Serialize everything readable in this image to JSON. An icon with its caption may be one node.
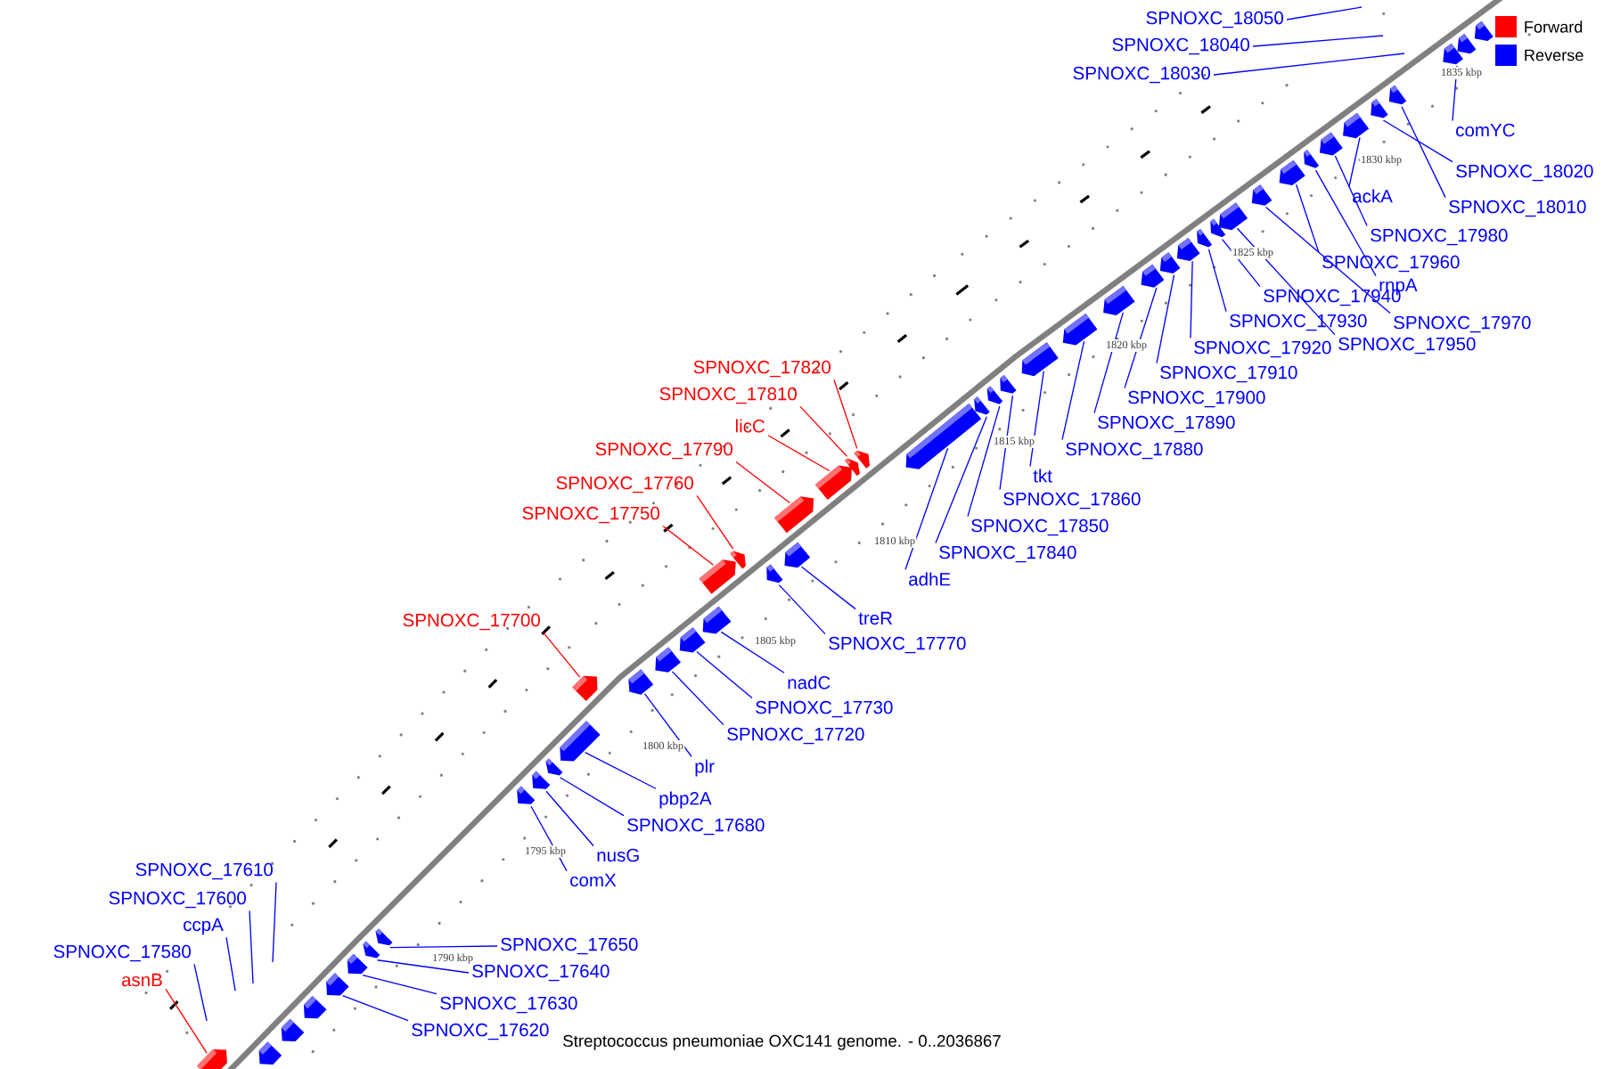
{
  "diagram": {
    "caption": "Streptococcus pneumoniae OXC141 genome. - 0..2036867",
    "nodes": [
      {
        "text": [
          "SPNOXC_18050"
        ]
      },
      {
        "text": [
          "SPNOXC_18040"
        ]
      },
      {
        "text": [
          "SPNOXC_18030"
        ]
      },
      {
        "text": [
          "comYC"
        ]
      },
      {
        "text": [
          "SPNOXC_18020"
        ]
      },
      {
        "text": [
          "ackA"
        ]
      },
      {
        "text": [
          "SPNOXC_18010"
        ]
      },
      {
        "text": [
          "SPNOXC_17980"
        ]
      },
      {
        "text": [
          "SPNOXC_17960"
        ]
      },
      {
        "text": [
          "rnpA"
        ]
      },
      {
        "text": [
          "SPNOXC_17940"
        ]
      },
      {
        "text": [
          "SPNOXC_17930"
        ]
      },
      {
        "text": [
          "SPNOXC_17970"
        ]
      },
      {
        "text": [
          "SPNOXC_17950"
        ]
      },
      {
        "text": [
          "SPNOXC_17920"
        ]
      },
      {
        "text": [
          "SPNOXC_17820"
        ]
      },
      {
        "text": [
          "SPNOXC_17910"
        ]
      },
      {
        "text": [
          "SPNOXC_17810"
        ]
      },
      {
        "text": [
          "SPNOXC_17900"
        ]
      },
      {
        "text": [
          "SPNOXC_17890"
        ]
      },
      {
        "text": [
          "licC"
        ]
      },
      {
        "text": [
          "SPNOXC_17880"
        ]
      },
      {
        "text": [
          "SPNOXC_17790"
        ]
      },
      {
        "text": [
          "tkt"
        ]
      },
      {
        "text": [
          "SPNOXC_17760"
        ]
      },
      {
        "text": [
          "SPNOXC_17860"
        ]
      },
      {
        "text": [
          "SPNOXC_17750"
        ]
      },
      {
        "text": [
          "SPNOXC_17850"
        ]
      },
      {
        "text": [
          "SPNOXC_17840"
        ]
      },
      {
        "text": [
          "adhE"
        ]
      },
      {
        "text": [
          "treR"
        ]
      },
      {
        "text": [
          "SPNOXC_17700"
        ]
      },
      {
        "text": [
          "SPNOXC_17770"
        ]
      },
      {
        "text": [
          "nadC"
        ]
      },
      {
        "text": [
          "SPNOXC_17730"
        ]
      },
      {
        "text": [
          "SPNOXC_17720"
        ]
      },
      {
        "text": [
          "plr"
        ]
      },
      {
        "text": [
          "pbp2A"
        ]
      },
      {
        "text": [
          "SPNOXC_17680"
        ]
      },
      {
        "text": [
          "nusG"
        ]
      },
      {
        "text": [
          "SPNOXC_17610"
        ]
      },
      {
        "text": [
          "comX"
        ]
      },
      {
        "text": [
          "SPNOXC_17600"
        ]
      },
      {
        "text": [
          "ccpA"
        ]
      },
      {
        "text": [
          "SPNOXC_17650"
        ]
      },
      {
        "text": [
          "SPNOXC_17580"
        ]
      },
      {
        "text": [
          "SPNOXC_17640"
        ]
      },
      {
        "text": [
          "asnB"
        ]
      },
      {
        "text": [
          "SPNOXC_17630"
        ]
      },
      {
        "text": [
          "SPNOXC_17620"
        ]
      },
      {
        "text": [],
        "shape": "pentagon"
      },
      {
        "text": [],
        "shape": "pentagon"
      },
      {
        "text": [],
        "shape": "pentagon"
      },
      {
        "text": [],
        "shape": "pentagon"
      },
      {
        "text": [],
        "shape": "pentagon"
      },
      {
        "text": [],
        "shape": "pentagon"
      },
      {
        "text": [],
        "shape": "pentagon"
      },
      {
        "text": [],
        "shape": "pentagon"
      },
      {
        "text": [],
        "shape": "pentagon"
      },
      {
        "text": [],
        "shape": "pentagon"
      },
      {
        "text": [],
        "shape": "pentagon"
      },
      {
        "text": [],
        "shape": "pentagon"
      },
      {
        "text": [],
        "shape": "pentagon"
      },
      {
        "text": [],
        "shape": "pentagon"
      },
      {
        "text": [],
        "shape": "pentagon"
      },
      {
        "text": [],
        "shape": "pentagon"
      },
      {
        "text": [],
        "shape": "pentagon"
      },
      {
        "text": [],
        "shape": "pentagon"
      },
      {
        "text": [],
        "shape": "pentagon"
      },
      {
        "text": [],
        "shape": "pentagon"
      },
      {
        "text": [],
        "shape": "pentagon"
      },
      {
        "text": [],
        "shape": "pentagon"
      },
      {
        "text": [],
        "shape": "pentagon"
      },
      {
        "text": [],
        "shape": "pentagon"
      },
      {
        "text": [],
        "shape": "pentagon"
      },
      {
        "text": [],
        "shape": "pentagon"
      },
      {
        "text": [],
        "shape": "pentagon"
      },
      {
        "text": [],
        "shape": "pentagon"
      },
      {
        "text": [],
        "shape": "pentagon"
      },
      {
        "text": [],
        "shape": "pentagon"
      },
      {
        "text": [],
        "shape": "pentagon"
      },
      {
        "text": [],
        "shape": "pentagon"
      },
      {
        "text": [],
        "shape": "pentagon"
      },
      {
        "text": [],
        "shape": "pentagon"
      },
      {
        "text": [],
        "shape": "pentagon"
      },
      {
        "text": [],
        "shape": "pentagon"
      },
      {
        "text": [],
        "shape": "pentagon"
      },
      {
        "text": [],
        "shape": "pentagon"
      },
      {
        "text": [],
        "shape": "pentagon"
      },
      {
        "text": [],
        "shape": "pentagon"
      },
      {
        "text": [],
        "shape": "pentagon"
      },
      {
        "text": [],
        "shape": "pentagon"
      },
      {
        "text": [],
        "shape": "pentagon"
      },
      {
        "text": [],
        "shape": "pentagon"
      },
      {
        "text": [],
        "shape": "pentagon"
      },
      {
        "text": [],
        "shape": "pentagon"
      },
      {
        "text": [],
        "shape": "pentagon"
      },
      {
        "text": [],
        "shape": "pentagon"
      }
    ],
    "edges": [
      {
        "from": 0,
        "to": null,
        "arrow": "none"
      },
      {
        "from": 1,
        "to": null,
        "arrow": "none"
      },
      {
        "from": 2,
        "to": null,
        "arrow": "none"
      },
      {
        "from": 3,
        "to": 95,
        "arrow": "none"
      },
      {
        "from": 4,
        "to": 93,
        "arrow": "none"
      },
      {
        "from": 5,
        "to": 92,
        "arrow": "none"
      },
      {
        "from": 6,
        "to": 94,
        "arrow": "none"
      },
      {
        "from": 7,
        "to": 91,
        "arrow": "none"
      },
      {
        "from": 8,
        "to": 89,
        "arrow": "none"
      },
      {
        "from": 9,
        "to": 90,
        "arrow": "none"
      },
      {
        "from": 10,
        "to": 86,
        "arrow": "none"
      },
      {
        "from": 11,
        "to": 85,
        "arrow": "none"
      },
      {
        "from": 12,
        "to": 88,
        "arrow": "none"
      },
      {
        "from": 13,
        "to": 87,
        "arrow": "none"
      },
      {
        "from": 14,
        "to": 84,
        "arrow": "none"
      },
      {
        "from": 15,
        "to": 74,
        "arrow": "none",
        "color": "#ff0000"
      },
      {
        "from": 16,
        "to": 83,
        "arrow": "none"
      },
      {
        "from": 17,
        "to": 73,
        "arrow": "none",
        "color": "#ff0000"
      },
      {
        "from": 18,
        "to": 82,
        "arrow": "none"
      },
      {
        "from": 19,
        "to": 81,
        "arrow": "none"
      },
      {
        "from": 20,
        "to": 72,
        "arrow": "none",
        "color": "#ff0000"
      },
      {
        "from": 21,
        "to": 80,
        "arrow": "none"
      },
      {
        "from": 22,
        "to": 71,
        "arrow": "none",
        "color": "#ff0000"
      },
      {
        "from": 23,
        "to": 79,
        "arrow": "none"
      },
      {
        "from": 24,
        "to": 68,
        "arrow": "none",
        "color": "#ff0000"
      },
      {
        "from": 25,
        "to": 78,
        "arrow": "none"
      },
      {
        "from": 26,
        "to": 67,
        "arrow": "none",
        "color": "#ff0000"
      },
      {
        "from": 27,
        "to": 77,
        "arrow": "none"
      },
      {
        "from": 28,
        "to": 76,
        "arrow": "none"
      },
      {
        "from": 29,
        "to": 75,
        "arrow": "none"
      },
      {
        "from": 30,
        "to": 70,
        "arrow": "none"
      },
      {
        "from": 31,
        "to": 62,
        "arrow": "none",
        "color": "#ff0000"
      },
      {
        "from": 32,
        "to": 69,
        "arrow": "none"
      },
      {
        "from": 33,
        "to": 66,
        "arrow": "none"
      },
      {
        "from": 34,
        "to": 65,
        "arrow": "none"
      },
      {
        "from": 35,
        "to": 64,
        "arrow": "none"
      },
      {
        "from": 36,
        "to": 63,
        "arrow": "none"
      },
      {
        "from": 37,
        "to": 61,
        "arrow": "none"
      },
      {
        "from": 38,
        "to": 60,
        "arrow": "none"
      },
      {
        "from": 39,
        "to": 59,
        "arrow": "none"
      },
      {
        "from": 40,
        "to": null,
        "arrow": "none"
      },
      {
        "from": 41,
        "to": 58,
        "arrow": "none"
      },
      {
        "from": 42,
        "to": null,
        "arrow": "none"
      },
      {
        "from": 43,
        "to": null,
        "arrow": "none"
      },
      {
        "from": 44,
        "to": 57,
        "arrow": "none"
      },
      {
        "from": 45,
        "to": null,
        "arrow": "none"
      },
      {
        "from": 46,
        "to": 56,
        "arrow": "none"
      },
      {
        "from": 47,
        "to": 50,
        "arrow": "none",
        "color": "#ff0000"
      },
      {
        "from": 48,
        "to": 55,
        "arrow": "none"
      },
      {
        "from": 49,
        "to": 54,
        "arrow": "none"
      }
    ],
    "labels": [
      "1835 kbp",
      "1830 kbp",
      "1825 kbp",
      "1820 kbp",
      "1815 kbp",
      "1810 kbp",
      "1805 kbp",
      "1800 kbp",
      "1795 kbp",
      "1790 kbp"
    ],
    "legend": [
      {
        "text": "Forward",
        "color": "#ff0000"
      },
      {
        "text": "Reverse",
        "color": "#0000ff"
      }
    ]
  }
}
